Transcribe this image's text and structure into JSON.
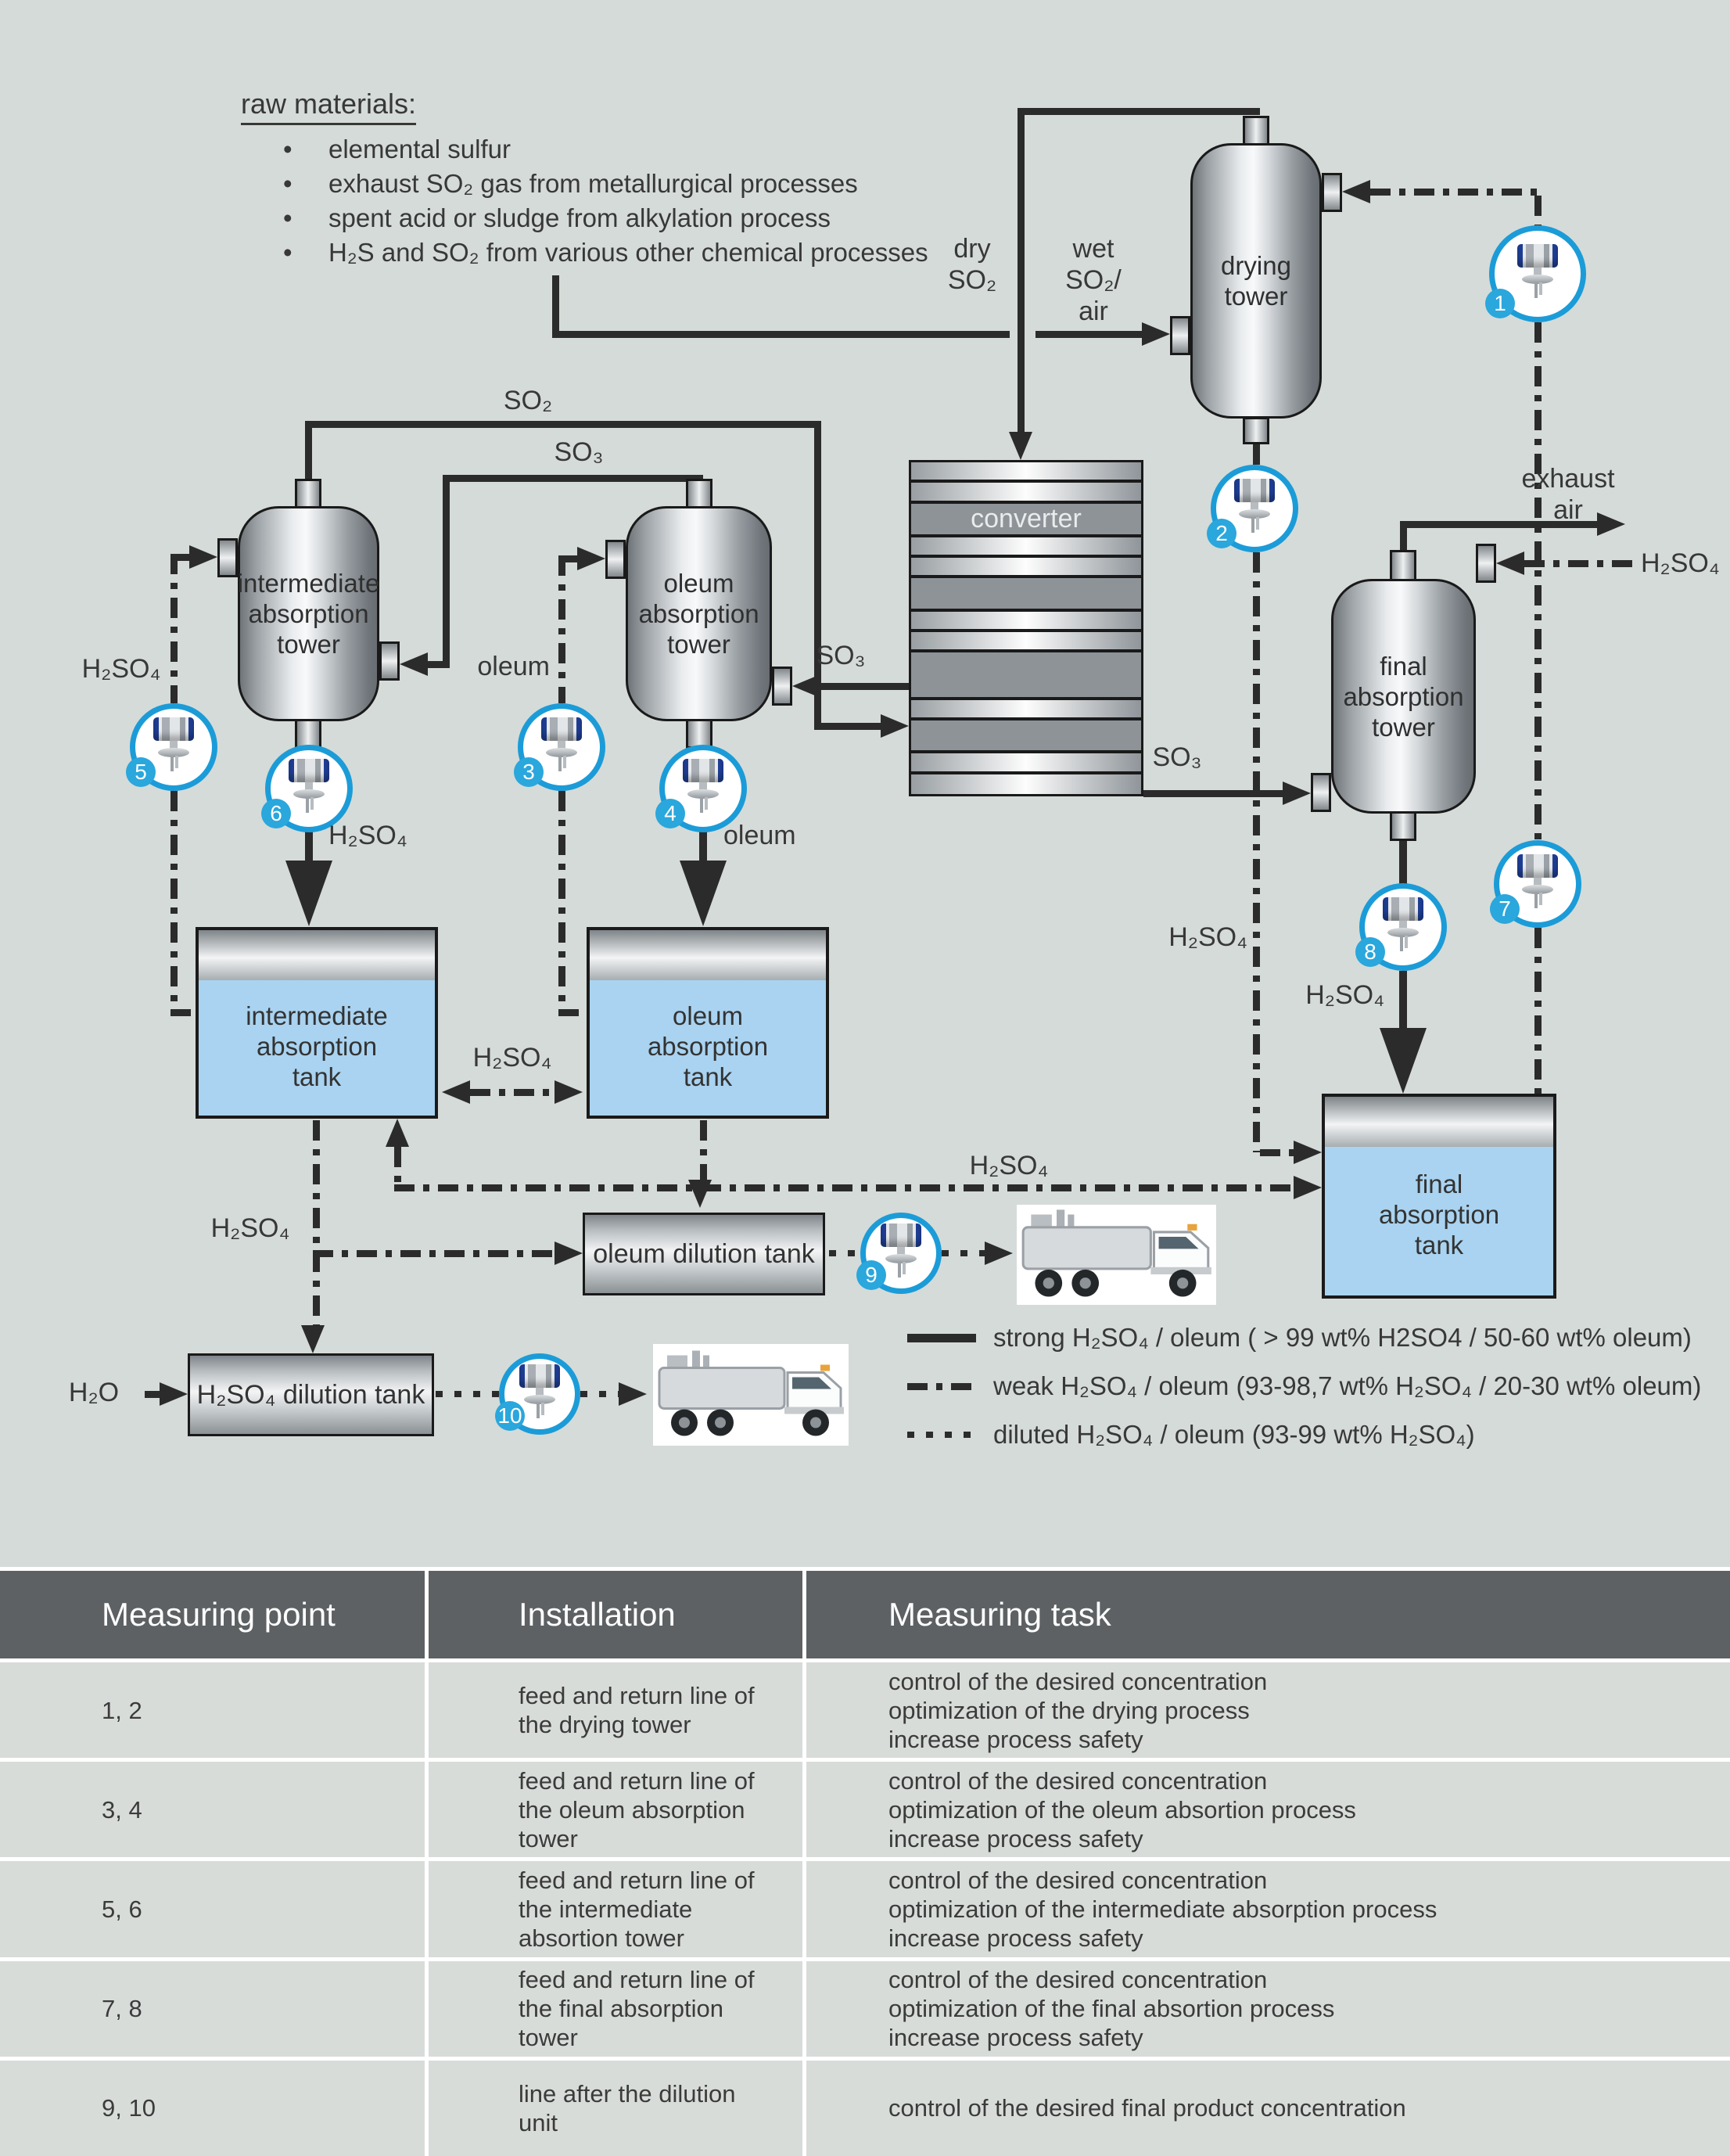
{
  "colors": {
    "background": "#d5dbd8",
    "pipe": "#2b2b2b",
    "sensor_ring": "#1b9cd8",
    "badge": "#2aa7dc",
    "tank_liquid": "#a9d3f0",
    "table_header": "#5d6164",
    "table_row": "#d8dcd9"
  },
  "diagram": {
    "raw_materials": {
      "title": "raw materials:",
      "items": [
        "elemental sulfur",
        "exhaust SO₂ gas from metallurgical processes",
        "spent acid or sludge from alkylation process",
        "H₂S and SO₂ from various other chemical processes"
      ]
    },
    "equipment": {
      "drying_tower": "drying\ntower",
      "converter": "converter",
      "intermediate_tower": "intermediate\nabsorption\ntower",
      "oleum_tower": "oleum\nabsorption\ntower",
      "final_tower": "final\nabsorption\ntower",
      "intermediate_tank": "intermediate\nabsorption\ntank",
      "oleum_tank": "oleum\nabsorption\ntank",
      "final_tank": "final\nabsorption\ntank",
      "oleum_dilution_tank": "oleum dilution tank",
      "h2so4_dilution_tank": "H₂SO₄ dilution tank"
    },
    "streams": {
      "dry_so2": "dry\nSO₂",
      "wet_so2_air": "wet\nSO₂/\nair",
      "so2_recycle": "SO₂",
      "so3_transfer": "SO₃",
      "so3_to_oleum_tower": "SO₃",
      "so3_to_final_tower": "SO₃",
      "exhaust_air": "exhaust\nair",
      "h2so4_to_drying": "H₂SO₄",
      "h2so4_to_intermediate": "H₂SO₄",
      "h2so4_from_intermediate": "H₂SO₄",
      "oleum_between_towers": "oleum",
      "oleum_from_tower": "oleum",
      "h2so4_between_tanks": "H₂SO₄",
      "h2so4_converter_side": "H₂SO₄",
      "h2so4_from_final": "H₂SO₄",
      "h2so4_to_final_tank": "H₂SO₄",
      "h2so4_to_dilution": "H₂SO₄",
      "h2o": "H₂O"
    },
    "sensors": [
      "1",
      "2",
      "3",
      "4",
      "5",
      "6",
      "7",
      "8",
      "9",
      "10"
    ],
    "legend": {
      "items": [
        {
          "style": "solid",
          "text": "strong H₂SO₄ / oleum ( > 99 wt% H2SO4 / 50-60 wt% oleum)"
        },
        {
          "style": "dashdot",
          "text": "weak H₂SO₄ / oleum (93-98,7 wt% H₂SO₄ / 20-30 wt% oleum)"
        },
        {
          "style": "dotted",
          "text": "diluted H₂SO₄ / oleum (93-99 wt% H₂SO₄)"
        }
      ]
    }
  },
  "table": {
    "headers": [
      "Measuring point",
      "Installation",
      "Measuring task"
    ],
    "rows": [
      {
        "point": "1, 2",
        "installation": "feed and return line of\nthe drying tower",
        "task": "control of the desired concentration\noptimization of the drying process\nincrease process safety"
      },
      {
        "point": "3, 4",
        "installation": "feed and return line of\nthe oleum absorption\ntower",
        "task": "control of the desired concentration\noptimization of the oleum absortion process\nincrease process safety"
      },
      {
        "point": "5, 6",
        "installation": "feed and return line of\nthe intermediate\nabsortion tower",
        "task": "control of the desired concentration\noptimization of the intermediate absorption process\nincrease process safety"
      },
      {
        "point": "7, 8",
        "installation": "feed and return line of\nthe final absorption\ntower",
        "task": "control of the desired concentration\noptimization of the final absortion process\nincrease process safety"
      },
      {
        "point": "9, 10",
        "installation": "line after the dilution\nunit",
        "task": "control of the desired final product concentration"
      }
    ]
  }
}
